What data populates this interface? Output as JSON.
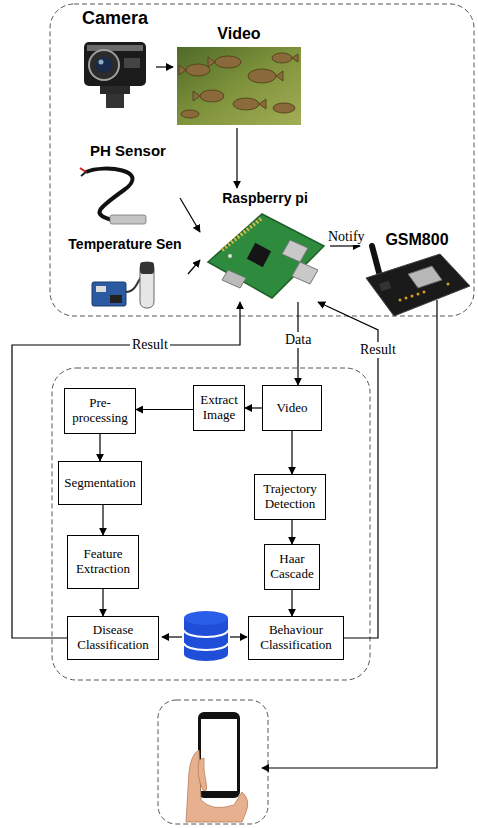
{
  "diagram": {
    "nodes": [
      {
        "text": [
          "Camera"
        ]
      },
      {
        "text": [
          "Video"
        ]
      },
      {
        "text": [
          "PH Sensor"
        ]
      },
      {
        "text": [
          "Raspberry pi"
        ]
      },
      {
        "text": [
          "Temperature Sen"
        ]
      },
      {
        "text": [
          "GSM800"
        ]
      },
      {
        "text": [
          "Pre- processing"
        ]
      },
      {
        "text": [
          "Extract Image"
        ]
      },
      {
        "text": [
          "Video"
        ]
      },
      {
        "text": [
          "Segmentation"
        ]
      },
      {
        "text": [
          "Trajectory Detection"
        ]
      },
      {
        "text": [
          "Feature Extraction"
        ]
      },
      {
        "text": [
          "Haar Cascade"
        ]
      },
      {
        "text": [
          "Disease Classification"
        ]
      },
      {
        "text": [
          "Behaviour Classification"
        ]
      }
    ],
    "edges": [
      {
        "from": 0,
        "to": 1,
        "arrow": "to"
      },
      {
        "from": 1,
        "to": 3,
        "arrow": "to"
      },
      {
        "from": 2,
        "to": 3,
        "arrow": "to"
      },
      {
        "from": 4,
        "to": 3,
        "arrow": "to"
      },
      {
        "from": 3,
        "to": 5,
        "label": "Notify",
        "arrow": "to"
      },
      {
        "from": 3,
        "to": 8,
        "label": "Data",
        "arrow": "to"
      },
      {
        "from": 8,
        "to": 7,
        "arrow": "to"
      },
      {
        "from": 7,
        "to": 6,
        "arrow": "to"
      },
      {
        "from": 6,
        "to": 9,
        "arrow": "to"
      },
      {
        "from": 9,
        "to": 11,
        "arrow": "to"
      },
      {
        "from": 11,
        "to": 13,
        "arrow": "to"
      },
      {
        "from": 8,
        "to": 10,
        "arrow": "to"
      },
      {
        "from": 10,
        "to": 12,
        "arrow": "to"
      },
      {
        "from": 12,
        "to": 14,
        "arrow": "to"
      },
      {
        "from": 13,
        "to": 3,
        "label": "Result",
        "arrow": "to"
      },
      {
        "from": 14,
        "to": 3,
        "label": "Result",
        "arrow": "to"
      }
    ]
  }
}
